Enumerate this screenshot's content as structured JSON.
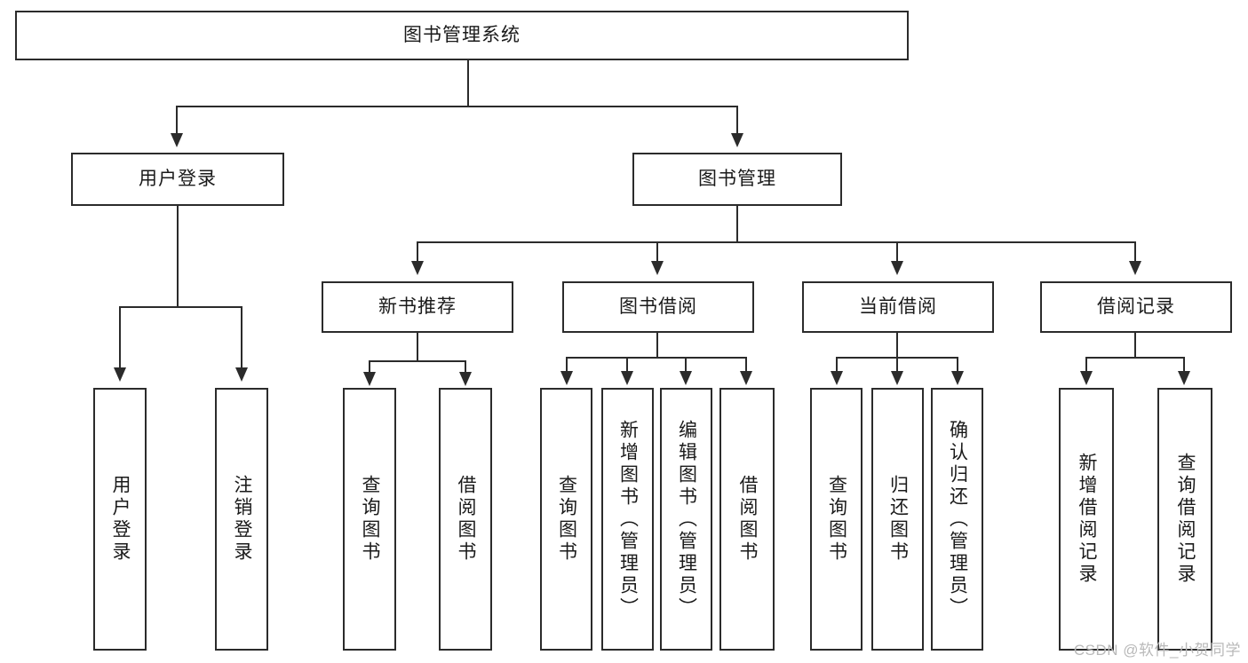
{
  "diagram": {
    "type": "tree-hierarchy-chart",
    "title": "图书管理系统",
    "root": {
      "label": "图书管理系统"
    },
    "level2": [
      {
        "label": "用户登录"
      },
      {
        "label": "图书管理"
      }
    ],
    "level3": [
      {
        "label": "新书推荐"
      },
      {
        "label": "图书借阅"
      },
      {
        "label": "当前借阅"
      },
      {
        "label": "借阅记录"
      }
    ],
    "leaves": {
      "user_login": [
        {
          "label": "用户登录"
        },
        {
          "label": "注销登录"
        }
      ],
      "new_book": [
        {
          "label": "查询图书"
        },
        {
          "label": "借阅图书"
        }
      ],
      "book_borrow": [
        {
          "label": "查询图书"
        },
        {
          "label": "新增图书（管理员）"
        },
        {
          "label": "编辑图书（管理员）"
        },
        {
          "label": "借阅图书"
        }
      ],
      "current_borrow": [
        {
          "label": "查询图书"
        },
        {
          "label": "归还图书"
        },
        {
          "label": "确认归还（管理员）"
        }
      ],
      "borrow_record": [
        {
          "label": "新增借阅记录"
        },
        {
          "label": "查询借阅记录"
        }
      ]
    }
  },
  "watermark": {
    "text": "CSDN @软件_小贺同学"
  },
  "colors": {
    "border": "#2b2b2b",
    "text": "#1a1a1a",
    "background": "#ffffff",
    "watermark": "#b9b9b9"
  }
}
